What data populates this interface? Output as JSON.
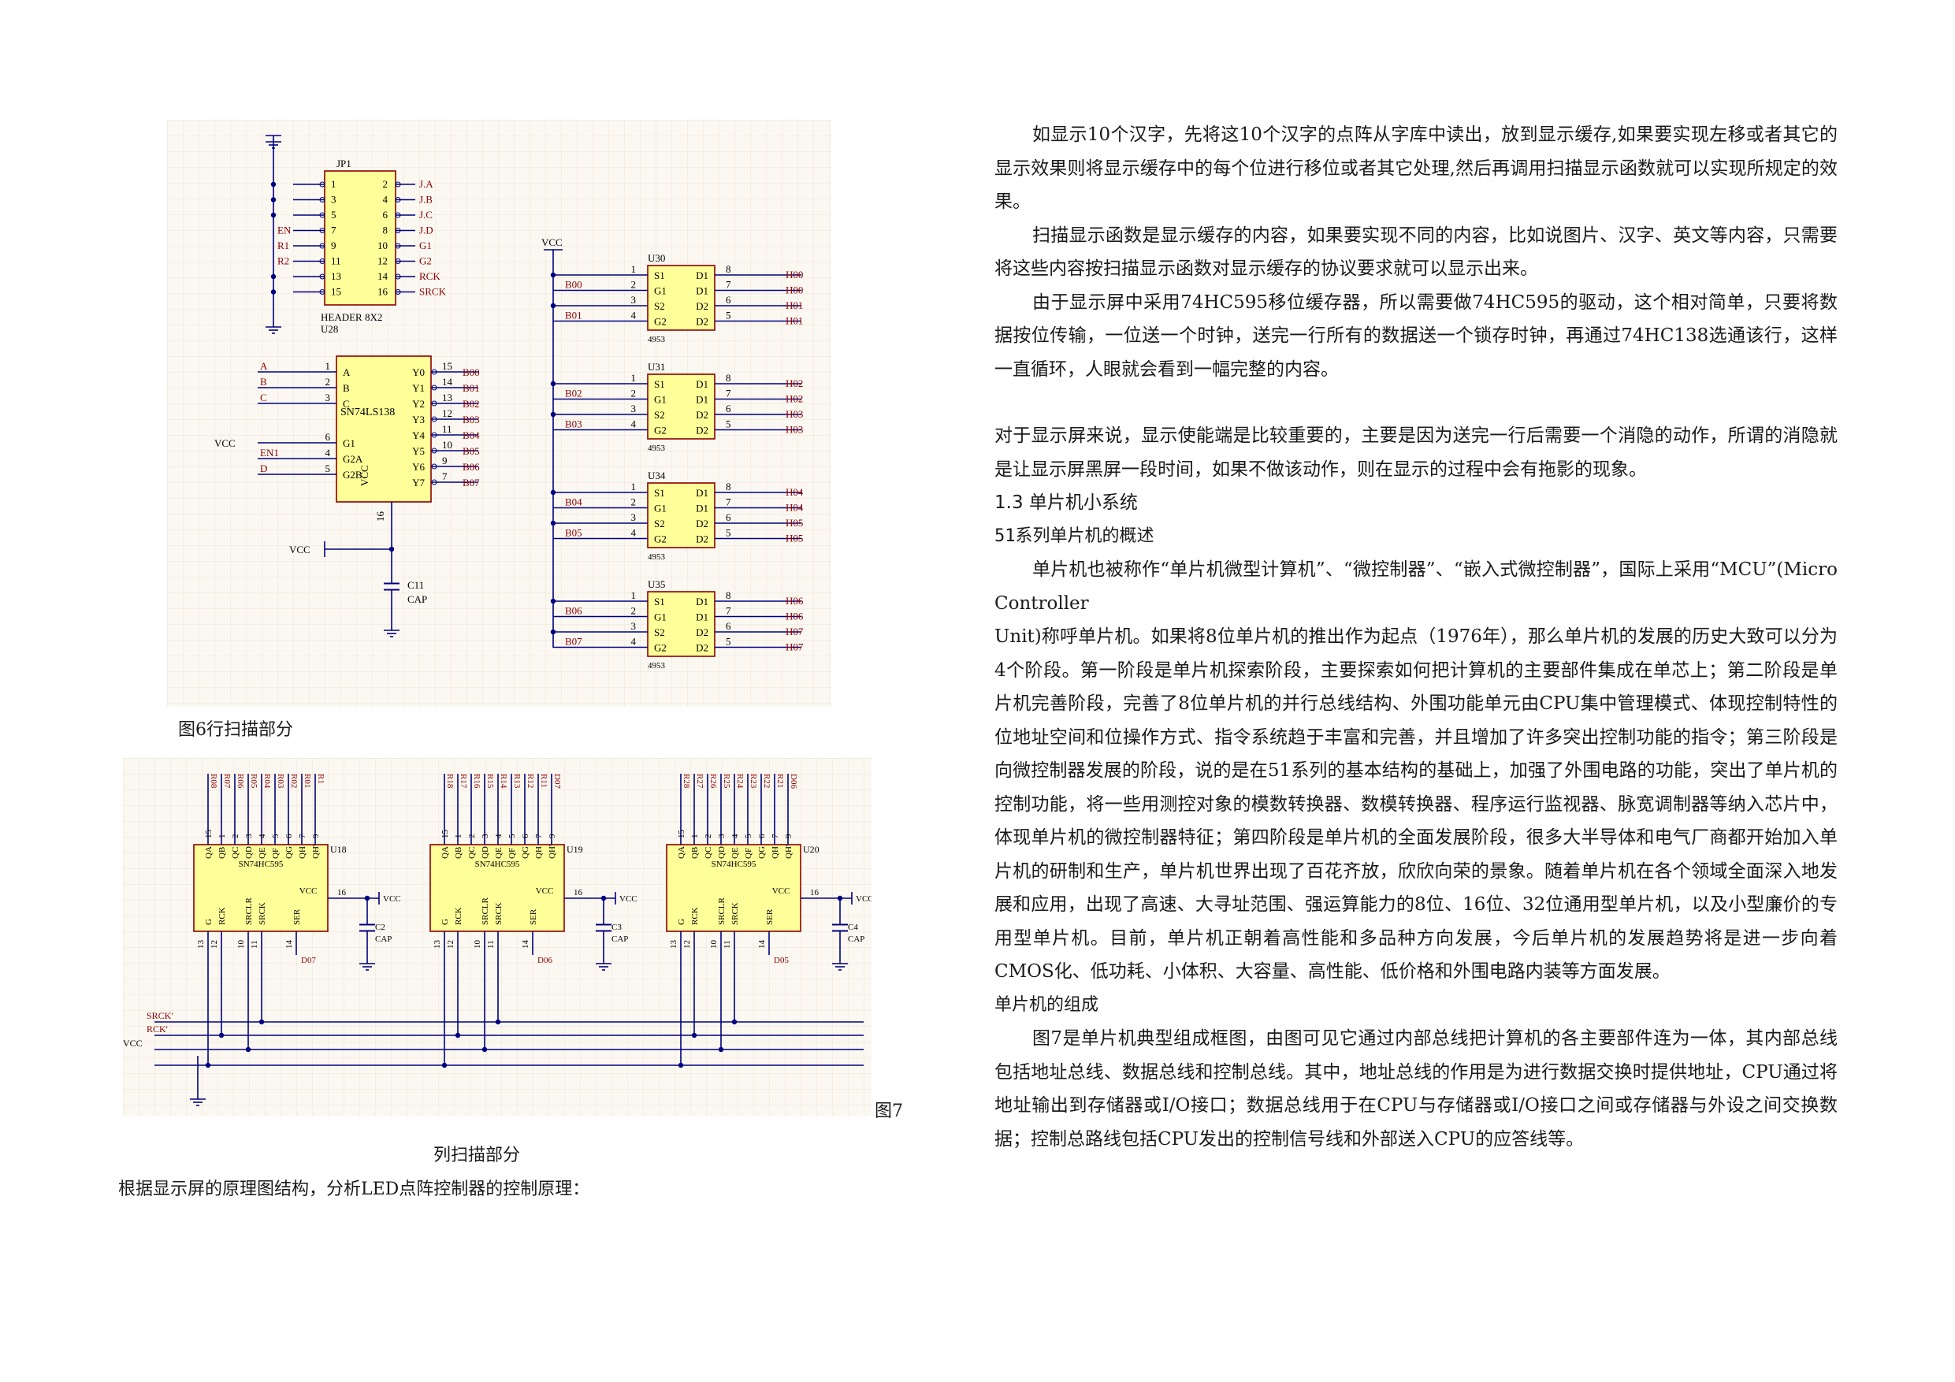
{
  "left": {
    "fig6_caption": "图6行扫描部分",
    "fig7_tag": "图7",
    "fig7_caption": "列扫描部分",
    "bottom_line": "根据显示屏的原理图结构，分析LED点阵控制器的控制原理："
  },
  "fig6": {
    "jp1_ref": "JP1",
    "jp1_part": "HEADER 8X2",
    "jp1_pins_left": [
      "1",
      "3",
      "5",
      "7",
      "9",
      "11",
      "13",
      "15"
    ],
    "jp1_pins_right": [
      "2",
      "4",
      "6",
      "8",
      "10",
      "12",
      "14",
      "16"
    ],
    "jp1_nets_left": [
      "EN",
      "R1",
      "R2"
    ],
    "jp1_nets_right": [
      "J.A",
      "J.B",
      "J.C",
      "J.D",
      "G1",
      "G2",
      "RCK",
      "SRCK"
    ],
    "u28_ref": "U28",
    "u28_part": "SN74LS138",
    "u28_in_nets": [
      "A",
      "B",
      "C"
    ],
    "u28_in_pins": [
      "1",
      "2",
      "3"
    ],
    "u28_in_names": [
      "A",
      "B",
      "C"
    ],
    "u28_en_pins": [
      "6",
      "4",
      "5"
    ],
    "u28_en_names": [
      "G1",
      "G2A",
      "G2B"
    ],
    "u28_en_nets": [
      "VCC",
      "EN1",
      "D"
    ],
    "u28_out_names": [
      "Y0",
      "Y1",
      "Y2",
      "Y3",
      "Y4",
      "Y5",
      "Y6",
      "Y7"
    ],
    "u28_out_pins": [
      "15",
      "14",
      "13",
      "12",
      "11",
      "10",
      "9",
      "7"
    ],
    "u28_out_nets": [
      "B00",
      "B01",
      "B02",
      "B03",
      "B04",
      "B05",
      "B06",
      "B07"
    ],
    "u28_vcc_label": "VCC",
    "u28_vcc_pin": "16",
    "vcc_net": "VCC",
    "c11_ref": "C11",
    "c11_part": "CAP",
    "vcc_top": "VCC",
    "chips": [
      {
        "ref": "U30",
        "in": [
          "B00",
          "B01"
        ],
        "out": [
          "H00",
          "H00",
          "H01",
          "H01"
        ]
      },
      {
        "ref": "U31",
        "in": [
          "B02",
          "B03"
        ],
        "out": [
          "H02",
          "H02",
          "H03",
          "H03"
        ]
      },
      {
        "ref": "U34",
        "in": [
          "B04",
          "B05"
        ],
        "out": [
          "H04",
          "H04",
          "H05",
          "H05"
        ]
      },
      {
        "ref": "U35",
        "in": [
          "B06",
          "B07"
        ],
        "out": [
          "H06",
          "H06",
          "H07",
          "H07"
        ]
      }
    ],
    "chip_part": "4953",
    "chip_left_names": [
      "S1",
      "G1",
      "S2",
      "G2"
    ],
    "chip_right_names": [
      "D1",
      "D1",
      "D2",
      "D2"
    ],
    "chip_left_pins": [
      "1",
      "2",
      "3",
      "4"
    ],
    "chip_right_pins": [
      "8",
      "7",
      "6",
      "5"
    ]
  },
  "fig7": {
    "ic_part": "SN74HC595",
    "ics": [
      {
        "ref": "U18",
        "nets": [
          "R08",
          "R07",
          "R06",
          "R05",
          "R04",
          "R03",
          "R02",
          "R01",
          "R1"
        ],
        "ser": "D07",
        "cap": "C2"
      },
      {
        "ref": "U19",
        "nets": [
          "R18",
          "R17",
          "R16",
          "R15",
          "R14",
          "R13",
          "R12",
          "R11",
          "D07"
        ],
        "ser": "D06",
        "cap": "C3"
      },
      {
        "ref": "U20",
        "nets": [
          "R28",
          "R27",
          "R26",
          "R25",
          "R24",
          "R23",
          "R22",
          "R21",
          "D06"
        ],
        "ser": "D05",
        "cap": "C4"
      }
    ],
    "top_pins": [
      "15",
      "1",
      "2",
      "3",
      "4",
      "5",
      "6",
      "7",
      "9"
    ],
    "top_names": [
      "QA",
      "QB",
      "QC",
      "QD",
      "QE",
      "QF",
      "QG",
      "QH",
      "QH'"
    ],
    "bottom_pins": [
      "13",
      "12",
      "10",
      "11",
      "14"
    ],
    "bottom_names": [
      "G",
      "RCK",
      "SRCLR",
      "SRCK",
      "SER"
    ],
    "vcc_pin": "16",
    "vcc_name": "VCC",
    "vcc_net": "VCC",
    "cap_part": "CAP",
    "bus_labels": [
      "SRCK'",
      "RCK'",
      "VCC"
    ]
  },
  "right": {
    "p1": "如显示10个汉字，先将这10个汉字的点阵从字库中读出，放到显示缓存,如果要实现左移或者其它的显示效果则将显示缓存中的每个位进行移位或者其它处理,然后再调用扫描显示函数就可以实现所规定的效果。",
    "p2": "扫描显示函数是显示缓存的内容，如果要实现不同的内容，比如说图片、汉字、英文等内容，只需要将这些内容按扫描显示函数对显示缓存的协议要求就可以显示出来。",
    "p3": "由于显示屏中采用74HC595移位缓存器，所以需要做74HC595的驱动，这个相对简单，只要将数据按位传输，一位送一个时钟，送完一行所有的数据送一个锁存时钟，再通过74HC138选通该行，这样一直循环，人眼就会看到一幅完整的内容。",
    "p4": "对于显示屏来说，显示使能端是比较重要的，主要是因为送完一行后需要一个消隐的动作，所谓的消隐就是让显示屏黑屏一段时间，如果不做该动作，则在显示的过程中会有拖影的现象。",
    "h13": "1.3 单片机小系统",
    "sub1": "51系列单片机的概述",
    "p5a": "单片机也被称作“单片机微型计算机”、“微控制器”、“嵌入式微控制器”，国际上采用“MCU”(Micro Controller",
    "p5b": "Unit)称呼单片机。如果将8位单片机的推出作为起点（1976年），那么单片机的发展的历史大致可以分为4个阶段。第一阶段是单片机探索阶段，主要探索如何把计算机的主要部件集成在单芯上；第二阶段是单片机完善阶段，完善了8位单片机的并行总线结构、外围功能单元由CPU集中管理模式、体现控制特性的位地址空间和位操作方式、指令系统趋于丰富和完善，并且增加了许多突出控制功能的指令；第三阶段是向微控制器发展的阶段，说的是在51系列的基本结构的基础上，加强了外围电路的功能，突出了单片机的控制功能，将一些用测控对象的模数转换器、数模转换器、程序运行监视器、脉宽调制器等纳入芯片中，体现单片机的微控制器特征；第四阶段是单片机的全面发展阶段，很多大半导体和电气厂商都开始加入单片机的研制和生产，单片机世界出现了百花齐放，欣欣向荣的景象。随着单片机在各个领域全面深入地发展和应用，出现了高速、大寻址范围、强运算能力的8位、16位、32位通用型单片机，以及小型廉价的专用型单片机。目前，单片机正朝着高性能和多品种方向发展，今后单片机的发展趋势将是进一步向着CMOS化、低功耗、小体积、大容量、高性能、低价格和外围电路内装等方面发展。",
    "sub2": "单片机的组成",
    "p6": "图7是单片机典型组成框图，由图可见它通过内部总线把计算机的各主要部件连为一体，其内部总线包括地址总线、数据总线和控制总线。其中，地址总线的作用是为进行数据交换时提供地址，CPU通过将地址输出到存储器或I/O接口；数据总线用于在CPU与存储器或I/O接口之间或存储器与外设之间交换数据；控制总路线包括CPU发出的控制信号线和外部送入CPU的应答线等。"
  },
  "colors": {
    "chip_fill": "#ffff99",
    "chip_border": "#8b0000",
    "wire": "#00007f",
    "net_label": "#8b0000",
    "grid": "#efe3d3"
  }
}
